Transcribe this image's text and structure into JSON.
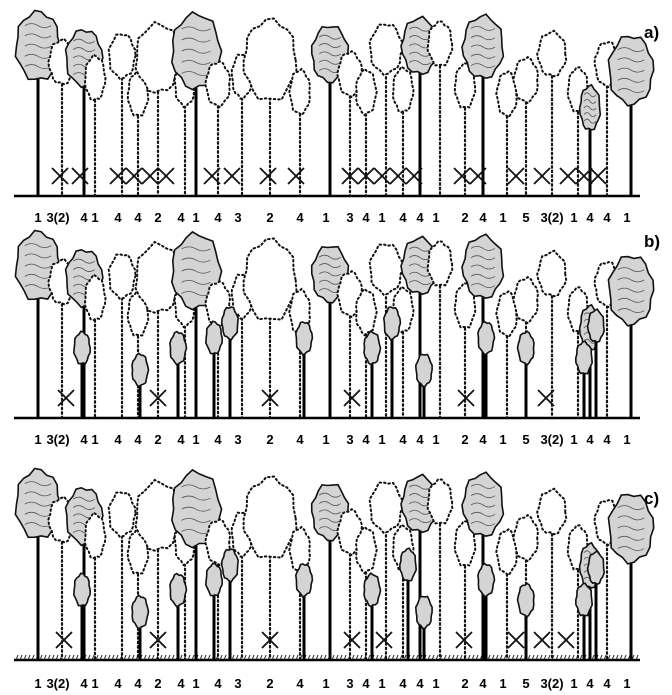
{
  "panels": [
    {
      "letter": "a)",
      "tree_numbers": [
        "1",
        "3(2)",
        "4",
        "1",
        "4",
        "4",
        "2",
        "4",
        "1",
        "4",
        "3",
        "2",
        "4",
        "1",
        "3",
        "4",
        "1",
        "4",
        "4",
        "1",
        "2",
        "4",
        "1",
        "5",
        "3(2)",
        "1",
        "4",
        "4",
        "1"
      ]
    },
    {
      "letter": "b)",
      "tree_numbers": [
        "1",
        "3(2)",
        "4",
        "1",
        "4",
        "4",
        "2",
        "4",
        "1",
        "4",
        "3",
        "2",
        "4",
        "1",
        "3",
        "4",
        "1",
        "4",
        "4",
        "1",
        "2",
        "4",
        "1",
        "5",
        "3(2)",
        "1",
        "4",
        "4",
        "1"
      ]
    },
    {
      "letter": "c)",
      "tree_numbers": [
        "1",
        "3(2)",
        "4",
        "1",
        "4",
        "4",
        "2",
        "4",
        "1",
        "4",
        "3",
        "2",
        "4",
        "1",
        "3",
        "4",
        "1",
        "4",
        "4",
        "1",
        "2",
        "4",
        "1",
        "5",
        "3(2)",
        "1",
        "4",
        "4",
        "1"
      ]
    }
  ]
}
